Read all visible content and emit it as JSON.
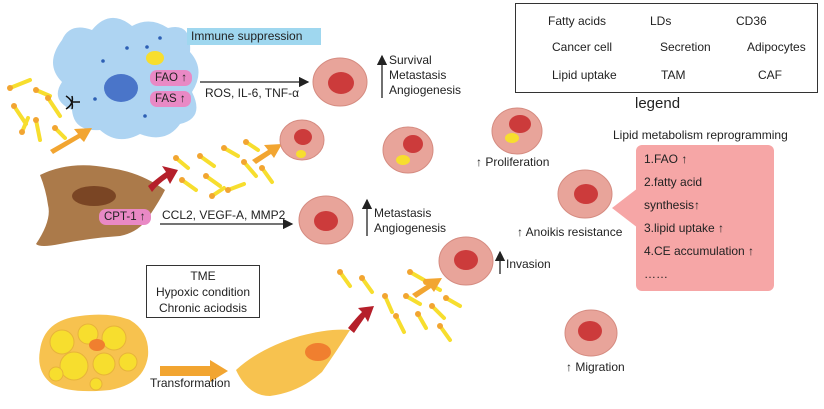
{
  "legend": {
    "title": "legend",
    "items": [
      {
        "label": "Fatty acids",
        "icon": "fatty-acid-icon"
      },
      {
        "label": "LDs",
        "icon": "lipid-droplet-icon"
      },
      {
        "label": "CD36",
        "icon": "cd36-receptor-icon"
      },
      {
        "label": "Cancer cell",
        "icon": "cancer-cell-icon"
      },
      {
        "label": "Secretion",
        "icon": "secretion-arrow-icon"
      },
      {
        "label": "Adipocytes",
        "icon": "adipocyte-icon"
      },
      {
        "label": "Lipid uptake",
        "icon": "lipid-uptake-arrow-icon"
      },
      {
        "label": "TAM",
        "icon": "tam-icon"
      },
      {
        "label": "CAF",
        "icon": "caf-icon"
      }
    ]
  },
  "tam": {
    "banner": "Immune suppression",
    "fao": "FAO ↑",
    "fas": "FAS ↑",
    "secretion": "ROS, IL-6, TNF-α",
    "effects": [
      "Survival",
      "Metastasis",
      "Angiogenesis"
    ]
  },
  "caf": {
    "cpt": "CPT-1 ↑",
    "secretion": "CCL2, VEGF-A, MMP2",
    "effects": [
      "Metastasis",
      "Angiogenesis"
    ]
  },
  "outcomes": {
    "proliferation": "↑ Proliferation",
    "anoikis": "↑ Anoikis resistance",
    "invasion": "Invasion",
    "migration": "↑ Migration"
  },
  "tme": {
    "lines": [
      "TME",
      "Hypoxic condition",
      "Chronic aciodsis"
    ]
  },
  "adipocyte": {
    "transformation": "Transformation"
  },
  "reprogramming": {
    "title": "Lipid metabolism reprogramming",
    "items": [
      "1.FAO ↑",
      "2.fatty acid",
      "synthesis↑",
      "3.lipid uptake ↑",
      "4.CE accumulation ↑",
      "……"
    ]
  },
  "colors": {
    "cancer_outer": "#e8a49a",
    "cancer_inner": "#cc3b3b",
    "tam": "#aed4f2",
    "tam_nucleus": "#4a75c9",
    "caf": "#ab7a4a",
    "caf_nucleus": "#7a4524",
    "adipocyte": "#f7c24f",
    "fatty_acid": "#f7de2e",
    "uptake_arrow": "#f2a531",
    "secretion_arrow": "#b51f2a",
    "panel": "#f6a6a6",
    "pill": "#e989c5",
    "banner": "#9fd7ef"
  }
}
